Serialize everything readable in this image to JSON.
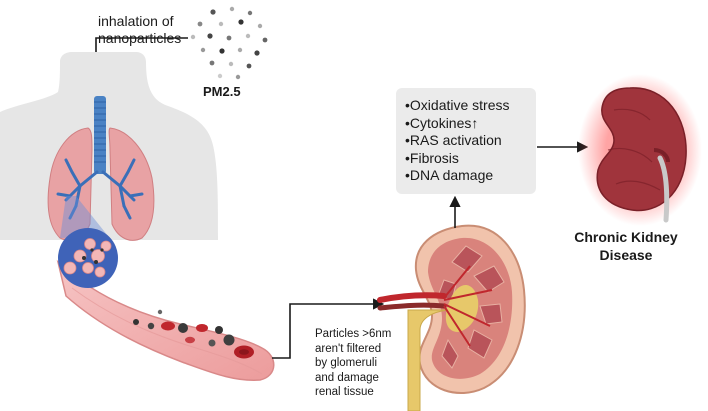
{
  "labels": {
    "inhalation": [
      "inhalation of",
      "nanoparticles"
    ],
    "pm25": "PM2.5",
    "effects": [
      "•Oxidative stress",
      "•Cytokines↑",
      "•RAS activation",
      "•Fibrosis",
      "•DNA damage"
    ],
    "disease": [
      "Chronic Kidney",
      "Disease"
    ],
    "filtration_note": [
      "Particles >6nm",
      "aren't filtered",
      "by glomeruli",
      "and damage",
      "renal tissue"
    ]
  },
  "colors": {
    "body_silhouette": "#e6e6e6",
    "lung": "#e8a2a4",
    "airway": "#4a82c4",
    "alveoli_circle": "#3f63b8",
    "vessel": "#f3b1b1",
    "red_cell": "#c0272d",
    "particle": "#4a4a4a",
    "kidney": "#a0343c",
    "ureter": "#e7c86a",
    "effects_box": "#ebebeb",
    "glow": "#ff5a5a"
  },
  "icons": [
    "particle-cloud-icon",
    "human-torso-icon",
    "lungs-icon",
    "alveoli-icon",
    "blood-vessel-icon",
    "kidney-cross-section-icon",
    "diseased-kidney-icon"
  ]
}
